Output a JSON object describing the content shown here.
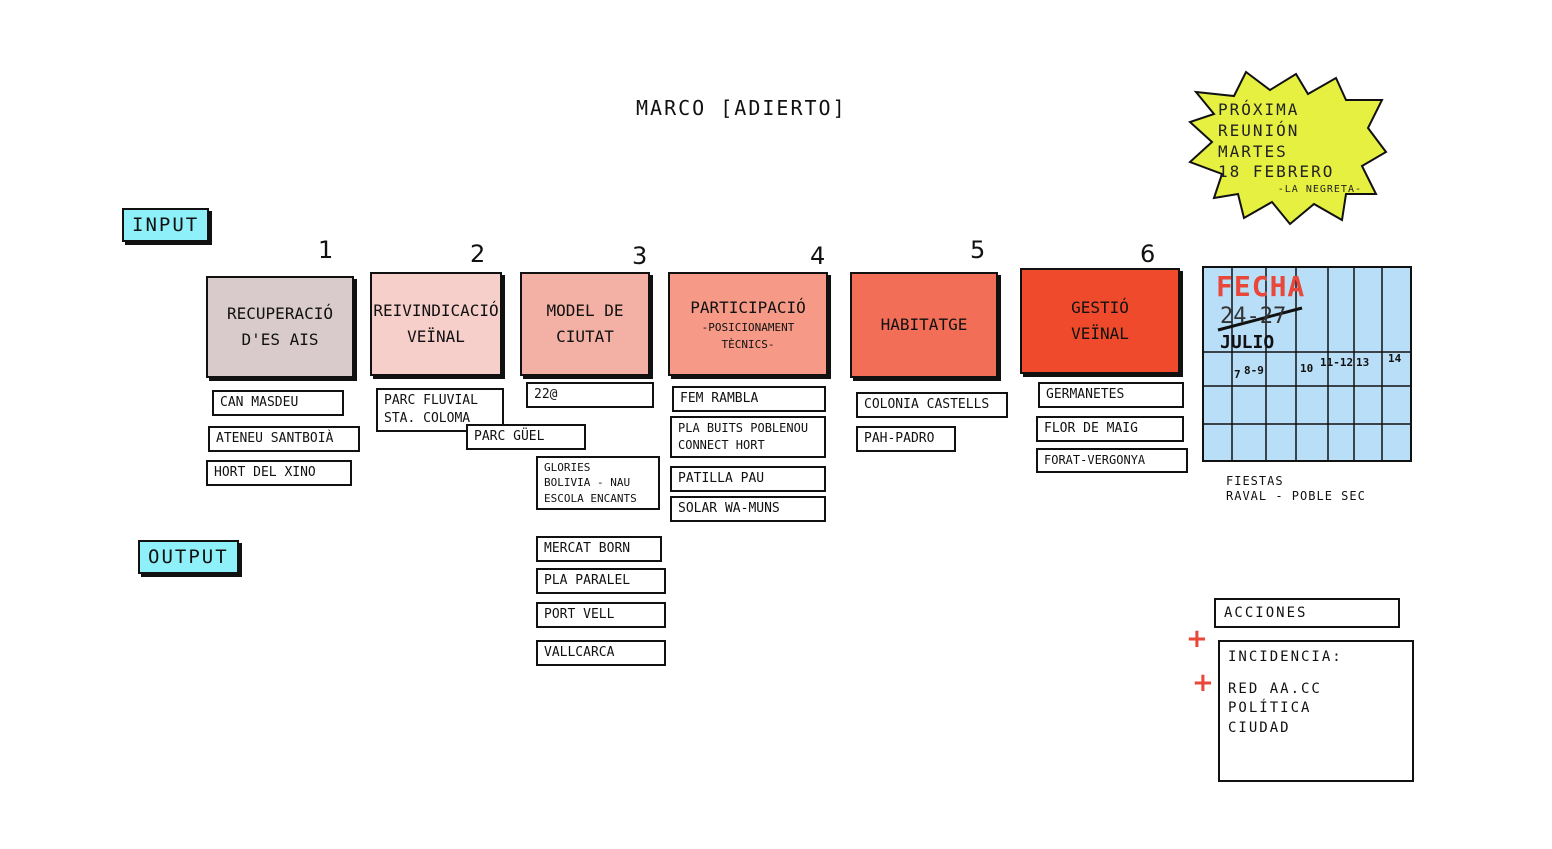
{
  "title": "MARCO [ADIERTO]",
  "input_label": "INPUT",
  "output_label": "OUTPUT",
  "categories": [
    {
      "number": "1",
      "label": "RECUPERACIÓ\nD'ES AIS",
      "sub": "",
      "color": "#d9cbcb"
    },
    {
      "number": "2",
      "label": "REIVINDICACIÓ\nVEÏNAL",
      "sub": "",
      "color": "#f6cfcb"
    },
    {
      "number": "3",
      "label": "MODEL DE\nCIUTAT",
      "sub": "",
      "color": "#f3b0a4"
    },
    {
      "number": "4",
      "label": "PARTICIPACIÓ",
      "sub": "-POSICIONAMENT\nTÈCNICS-",
      "color": "#f69a87"
    },
    {
      "number": "5",
      "label": "HABITATGE",
      "sub": "",
      "color": "#f26e57"
    },
    {
      "number": "6",
      "label": "GESTIÓ\nVEÏNAL",
      "sub": "",
      "color": "#ef4a2b"
    }
  ],
  "items": {
    "c1": [
      "CAN MASDEU",
      "ATENEU SANTBOIÀ",
      "HORT DEL XINO"
    ],
    "c2": [
      "PARC FLUVIAL\nSTA. COLOMA",
      "PARC GÜEL"
    ],
    "c3": [
      "22@",
      "GLORIES\nBOLIVIA - NAU\nESCOLA ENCANTS",
      "MERCAT BORN",
      "PLA PARALEL",
      "PORT VELL",
      "VALLCARCA"
    ],
    "c4": [
      "FEM RAMBLA",
      "PLA BUITS POBLENOU\nCONNECT HORT",
      "PATILLA PAU",
      "SOLAR WA-MUNS"
    ],
    "c5": [
      "COLONIA CASTELLS",
      "PAH-PADRO"
    ],
    "c6": [
      "GERMANETES",
      "FLOR DE MAIG",
      "FORAT-VERGONYA"
    ]
  },
  "next_meeting": {
    "lines": [
      "PRÓXIMA",
      "REUNIÓN",
      "MARTES",
      "18 FEBRERO"
    ],
    "place": "-LA NEGRETA-",
    "color": "#e6f040"
  },
  "calendar": {
    "title": "FECHA",
    "struck": "24-27",
    "month": "JULIO",
    "days": [
      "7",
      "8-9",
      "10",
      "11-12",
      "13",
      "14"
    ],
    "caption": "FIESTAS\nRAVAL - POBLE SEC",
    "color": "#b9def8"
  },
  "actions_label": "ACCIONES",
  "incidence": {
    "label": "INCIDENCIA:",
    "body": "RED AA.CC\nPOLÍTICA\nCIUDAD"
  },
  "accent_color": "#e8473a"
}
